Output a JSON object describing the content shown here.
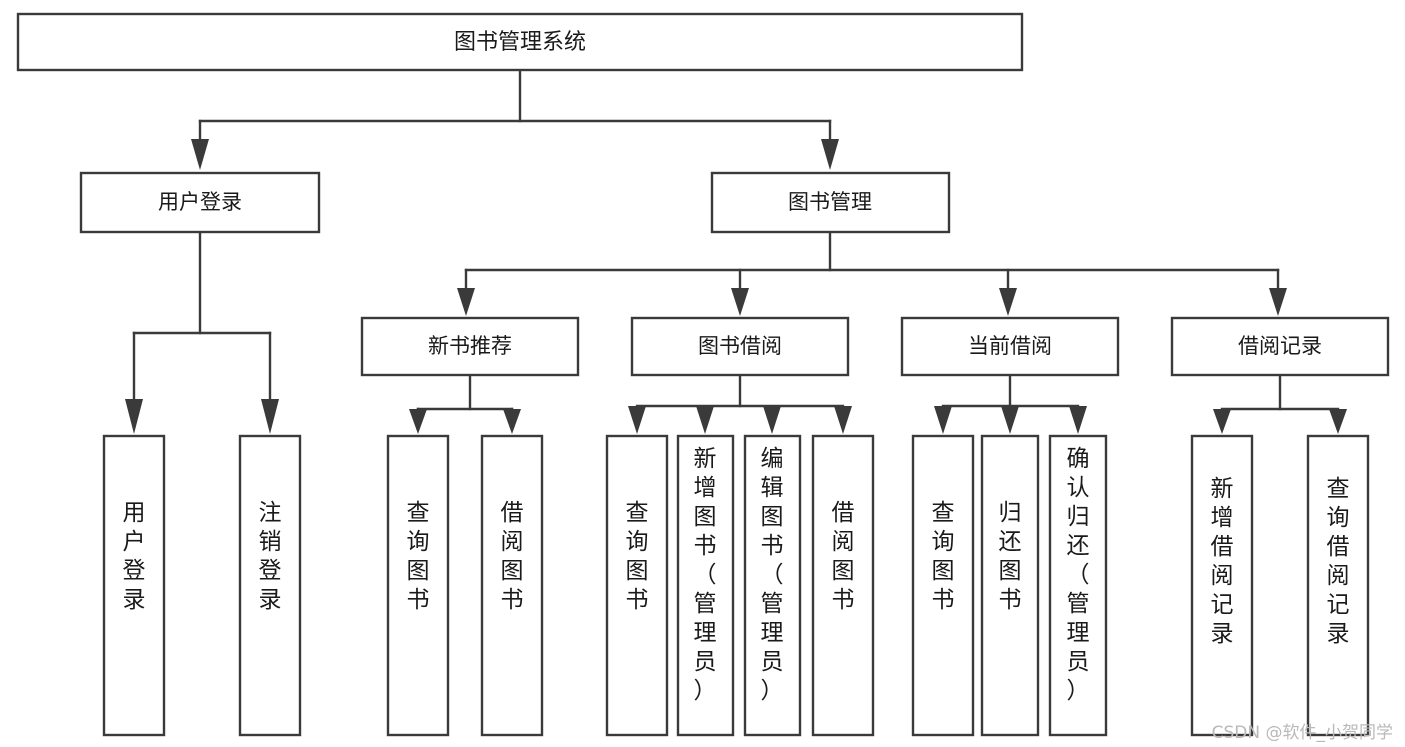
{
  "diagram": {
    "title": "图书管理系统",
    "type": "tree",
    "watermark": "CSDN @软件_小贺同学",
    "colors": {
      "box_stroke": "#3a3a3a",
      "box_fill": "#ffffff",
      "text": "#1a1a1a",
      "watermark": "#b9b9b9",
      "background": "#ffffff"
    },
    "nodes": {
      "root": {
        "label": "图书管理系统"
      },
      "level2": [
        {
          "id": "user-login",
          "label": "用户登录"
        },
        {
          "id": "book-management",
          "label": "图书管理"
        }
      ],
      "level3": [
        {
          "id": "new-book-recommend",
          "label": "新书推荐"
        },
        {
          "id": "book-borrow",
          "label": "图书借阅"
        },
        {
          "id": "current-borrow",
          "label": "当前借阅"
        },
        {
          "id": "borrow-record",
          "label": "借阅记录"
        }
      ],
      "leaves": {
        "user_login": [
          {
            "id": "leaf-user-login",
            "label": "用户登录"
          },
          {
            "id": "leaf-logout-login",
            "label": "注销登录"
          }
        ],
        "new_book_recommend": [
          {
            "id": "leaf-query-book-1",
            "label": "查询图书"
          },
          {
            "id": "leaf-borrow-book-1",
            "label": "借阅图书"
          }
        ],
        "book_borrow": [
          {
            "id": "leaf-query-book-2",
            "label": "查询图书"
          },
          {
            "id": "leaf-add-book-admin",
            "label": "新增图书（管理员）"
          },
          {
            "id": "leaf-edit-book-admin",
            "label": "编辑图书（管理员）"
          },
          {
            "id": "leaf-borrow-book-2",
            "label": "借阅图书"
          }
        ],
        "current_borrow": [
          {
            "id": "leaf-query-book-3",
            "label": "查询图书"
          },
          {
            "id": "leaf-return-book",
            "label": "归还图书"
          },
          {
            "id": "leaf-confirm-return-admin",
            "label": "确认归还（管理员）"
          }
        ],
        "borrow_record": [
          {
            "id": "leaf-add-borrow-record",
            "label": "新增借阅记录"
          },
          {
            "id": "leaf-query-borrow-record",
            "label": "查询借阅记录"
          }
        ]
      }
    }
  }
}
